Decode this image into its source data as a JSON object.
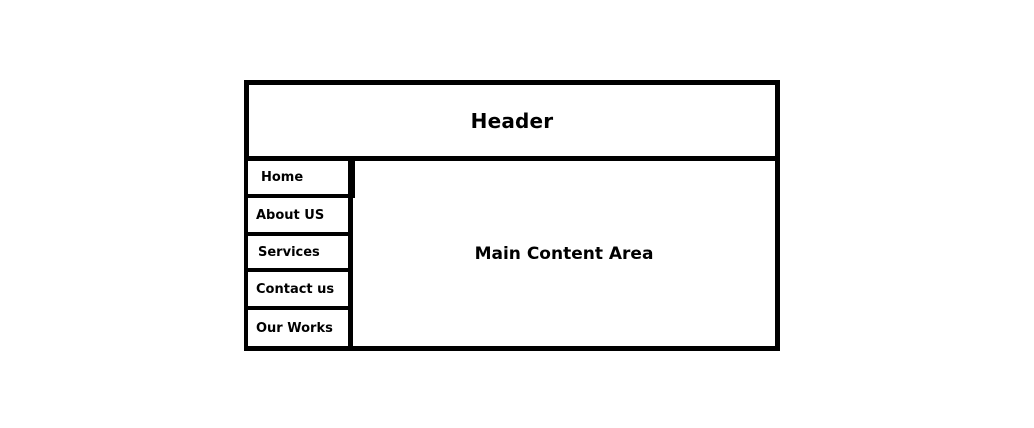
{
  "layout": {
    "header": {
      "label": "Header"
    },
    "main": {
      "label": "Main Content Area"
    },
    "nav": {
      "items": [
        {
          "label": "Home"
        },
        {
          "label": "About US"
        },
        {
          "label": "Services"
        },
        {
          "label": "Contact us"
        },
        {
          "label": "Our Works"
        }
      ]
    }
  }
}
